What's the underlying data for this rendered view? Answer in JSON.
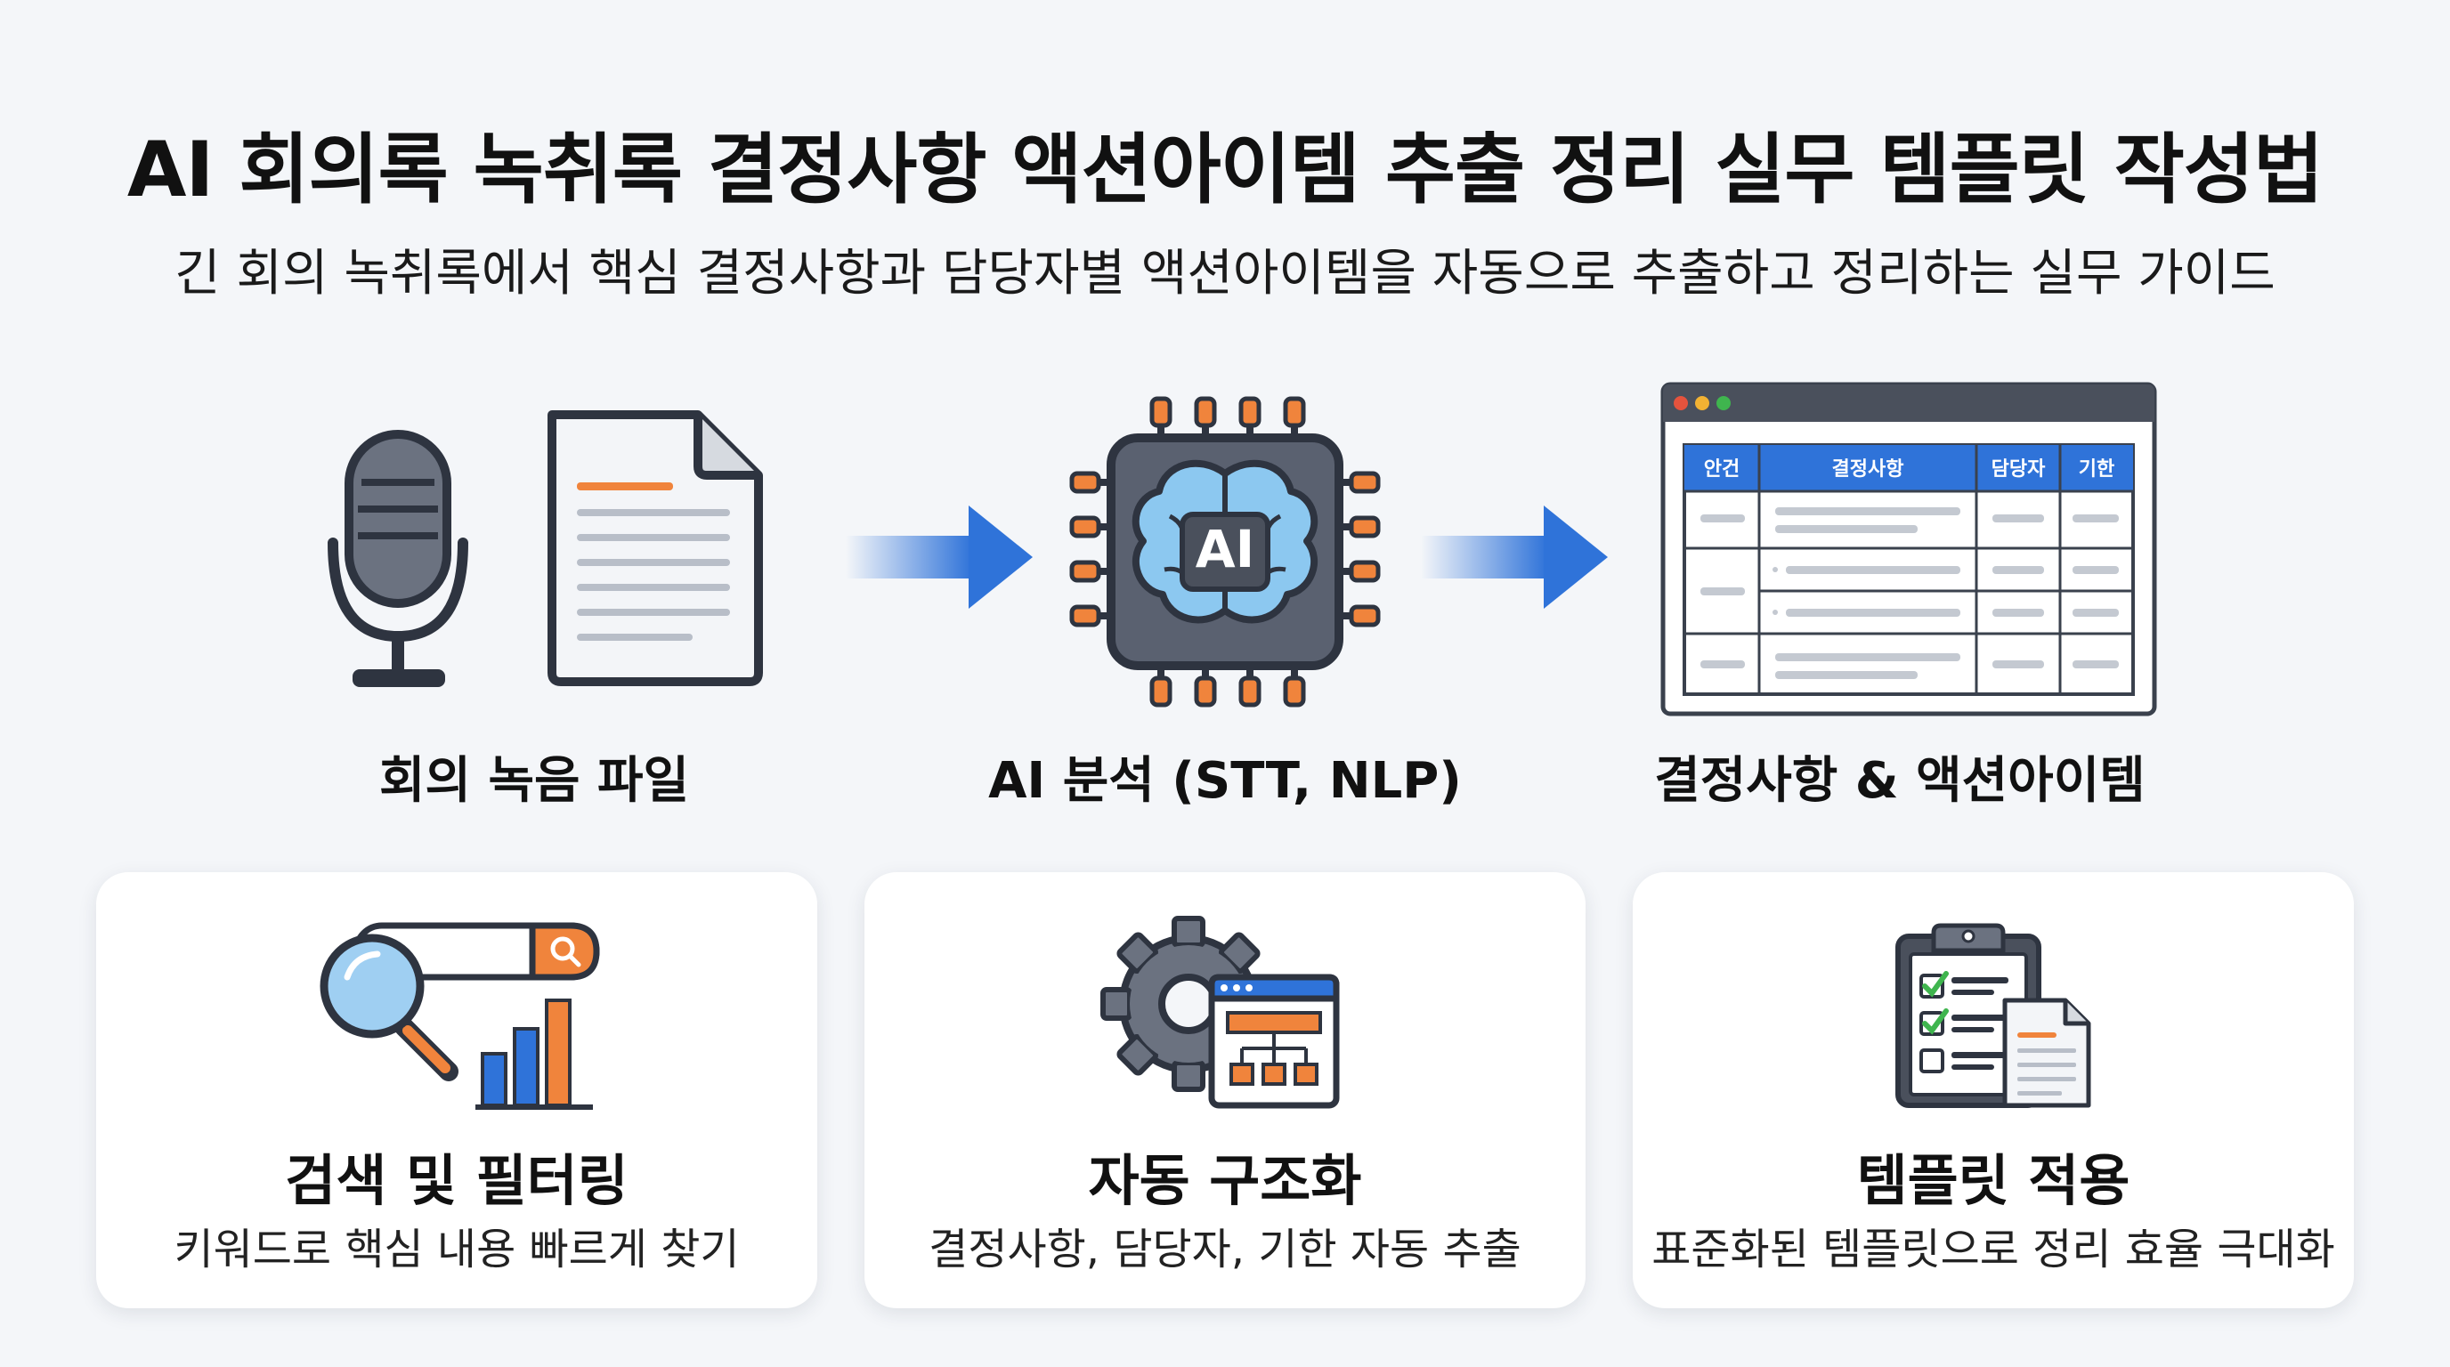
{
  "header": {
    "title": "AI 회의록 녹취록 결정사항 액션아이템 추출 정리 실무 템플릿 작성법",
    "subtitle": "긴 회의 녹취록에서 핵심 결정사항과 담당자별 액션아이템을 자동으로 추출하고 정리하는 실무 가이드"
  },
  "flow": {
    "steps": [
      {
        "label": "회의 녹음 파일",
        "icon": "microphone-document-icon"
      },
      {
        "label": "AI 분석 (STT, NLP)",
        "icon": "ai-brain-chip-icon",
        "chip_text": "AI"
      },
      {
        "label": "결정사항 & 액션아이템",
        "icon": "table-window-icon"
      }
    ],
    "table_headers": [
      "안건",
      "결정사항",
      "담당자",
      "기한"
    ]
  },
  "cards": [
    {
      "title": "검색 및 필터링",
      "desc": "키워드로 핵심 내용 빠르게 찾기",
      "icon": "search-chart-icon"
    },
    {
      "title": "자동 구조화",
      "desc": "결정사항, 담당자, 기한 자동 추출",
      "icon": "gear-structure-icon"
    },
    {
      "title": "템플릿 적용",
      "desc": "표준화된 템플릿으로 정리 효율 극대화",
      "icon": "clipboard-checklist-icon"
    }
  ],
  "colors": {
    "accent_blue": "#2f73d9",
    "accent_orange": "#f0843c",
    "dark_outline": "#2e3440",
    "brain_blue": "#8cc8f0"
  }
}
